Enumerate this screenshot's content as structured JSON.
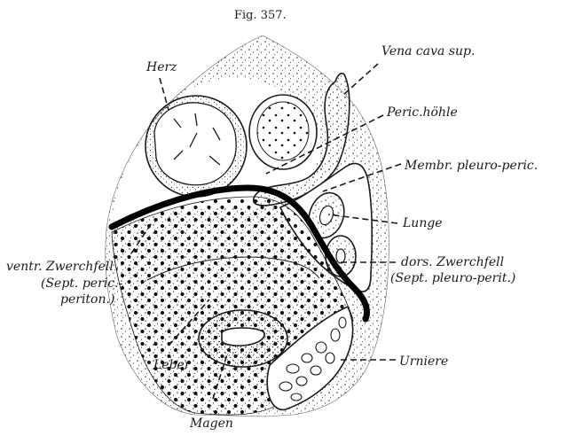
{
  "figure": {
    "caption": "Fig. 357.",
    "labels": {
      "herz": "Herz",
      "vena_cava": "Vena cava sup.",
      "peric_hoehle": "Peric.höhle",
      "membr": "Membr. pleuro-peric.",
      "lunge": "Lunge",
      "ventr_1": "ventr. Zwerchfell",
      "ventr_2": "(Sept. peric.-",
      "ventr_3": "periton.)",
      "dors_1": "dors. Zwerchfell",
      "dors_2": "(Sept. pleuro-perit.)",
      "leber": "Leber",
      "urniere": "Urniere",
      "magen": "Magen"
    }
  }
}
